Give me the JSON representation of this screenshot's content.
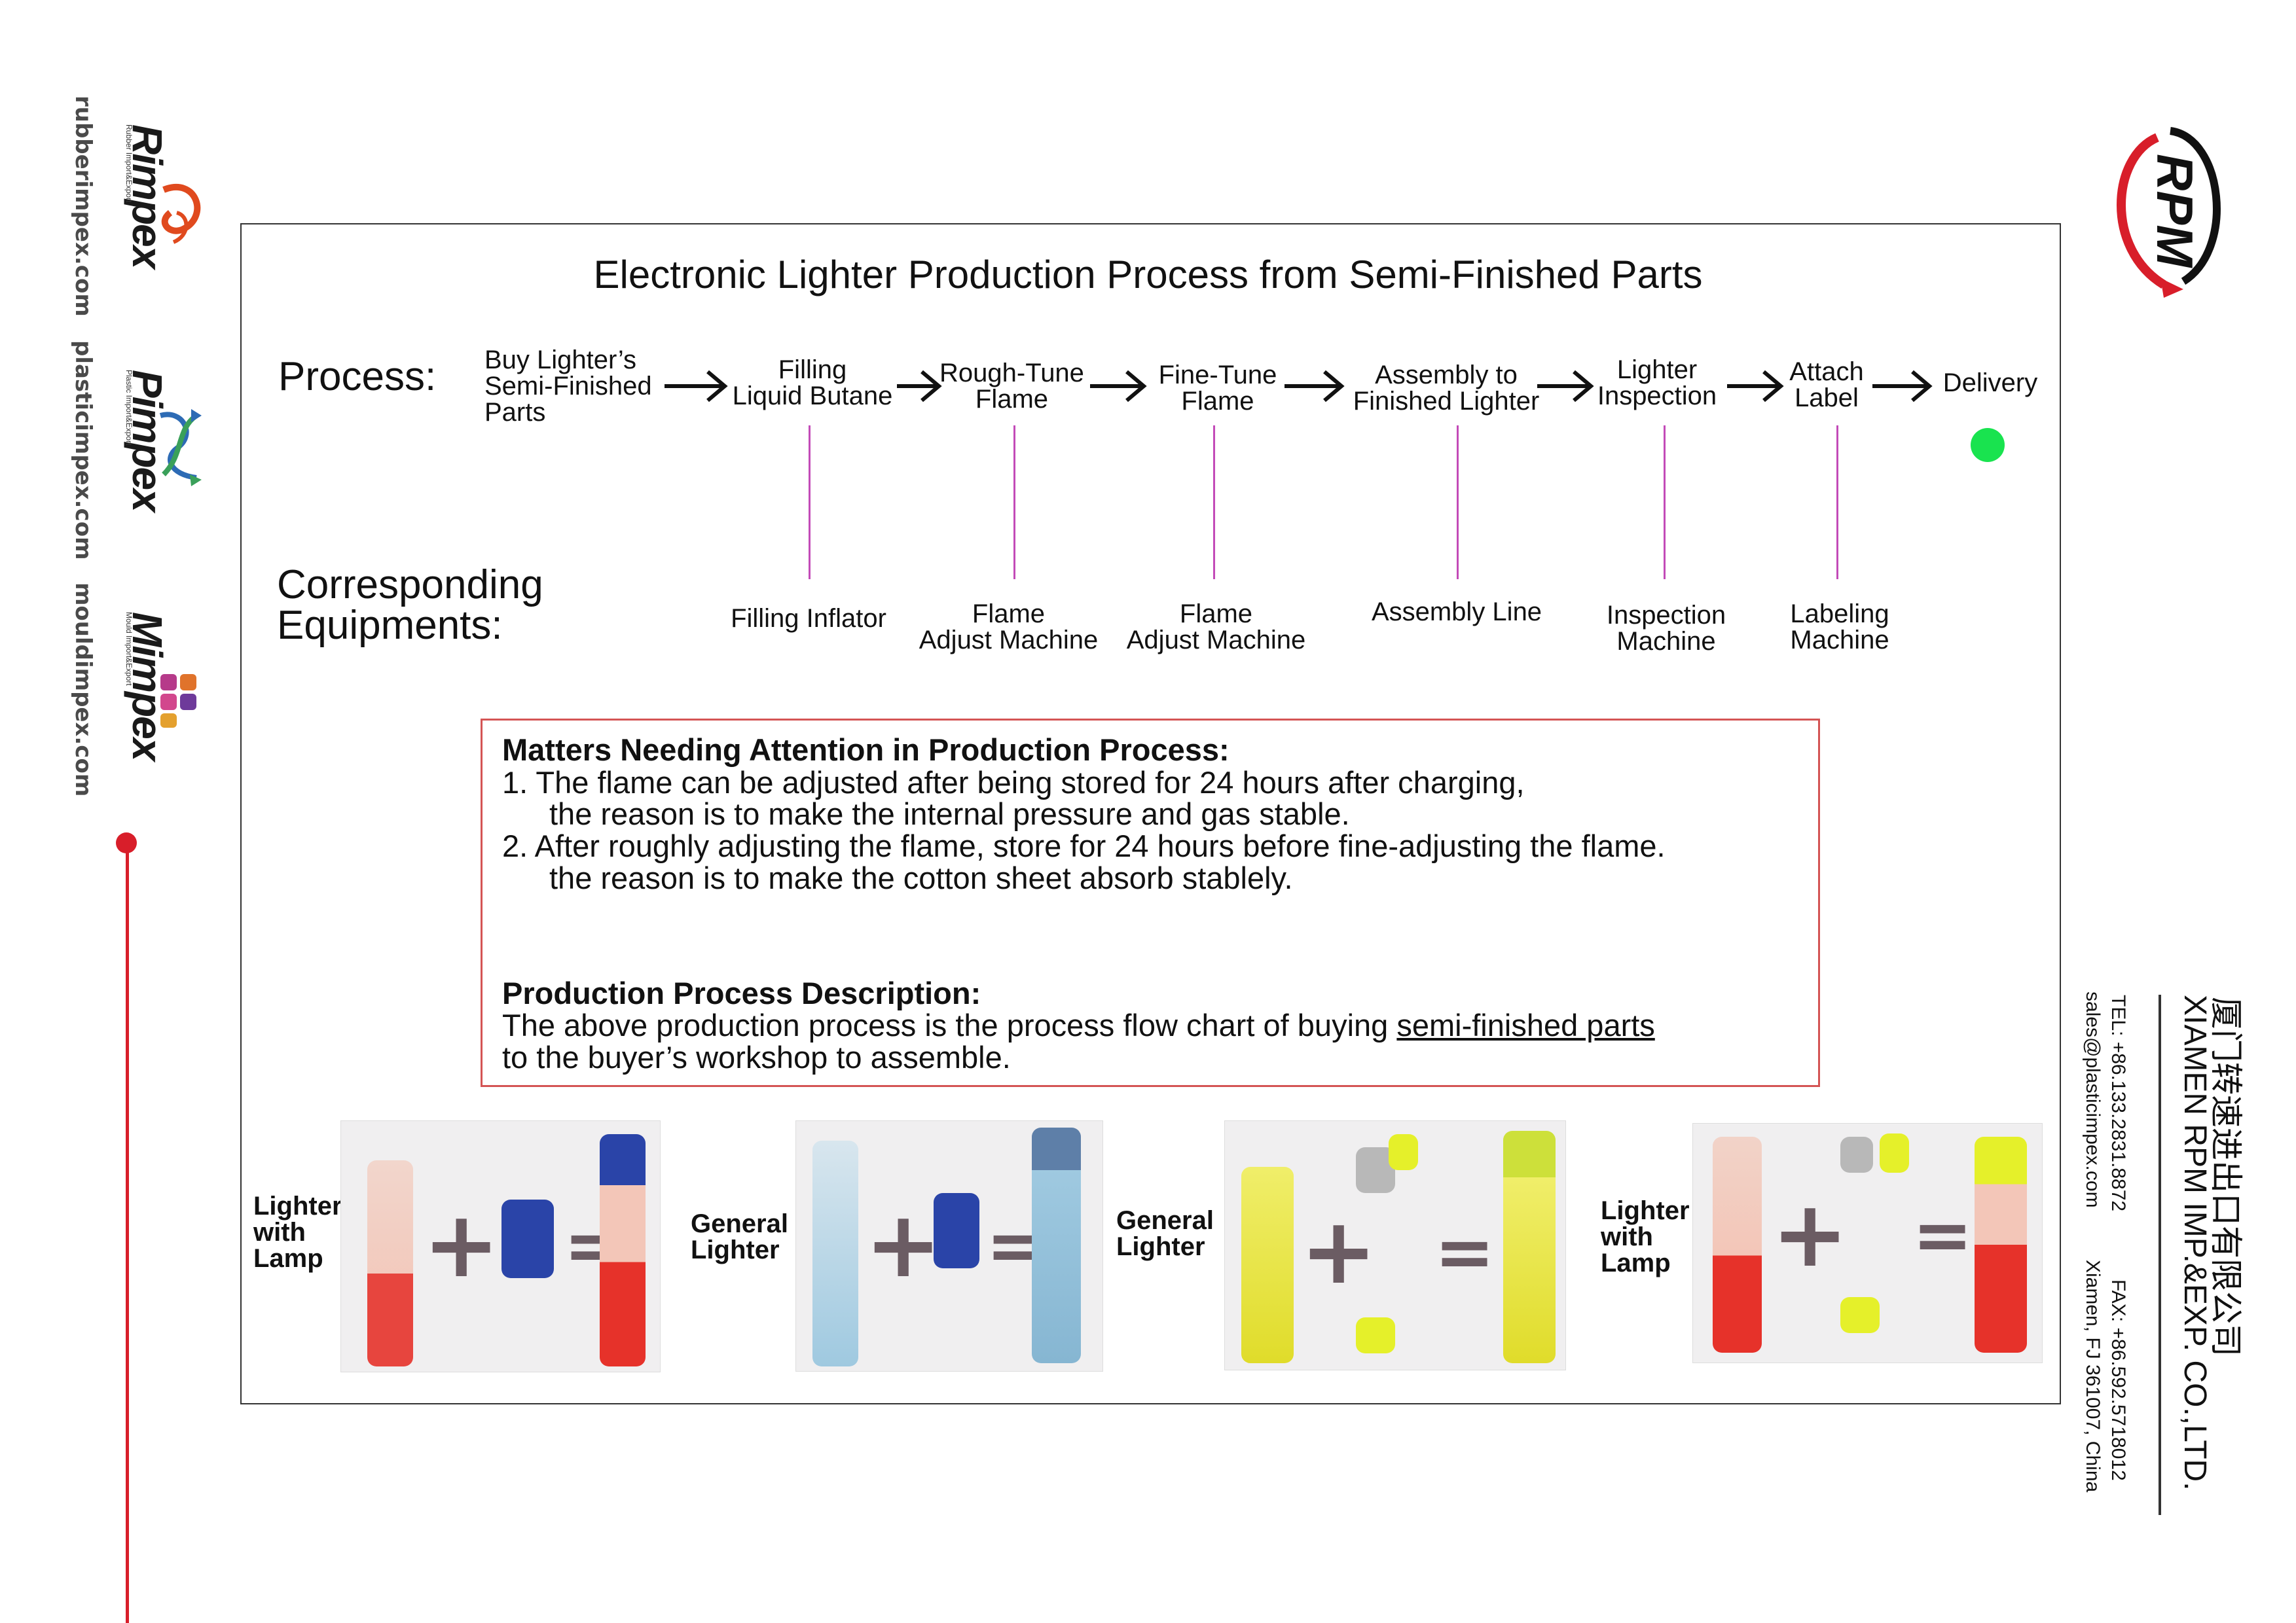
{
  "sidebar": {
    "brands": [
      {
        "name": "Rimpex",
        "sub": "Rubber Import&Export",
        "site": "rubberimpex.com"
      },
      {
        "name": "Pimpex",
        "sub": "Plastic Import&Export",
        "site": "plasticimpex.com"
      },
      {
        "name": "Mimpex",
        "sub": "Mould Import&Export",
        "site": "mouldimpex.com"
      }
    ]
  },
  "header": {
    "title": "Electronic Lighter Production Process from Semi-Finished Parts"
  },
  "process": {
    "label": "Process:",
    "steps": [
      {
        "lines": [
          "Buy Lighter’s",
          "Semi-Finished",
          "Parts"
        ]
      },
      {
        "lines": [
          "Filling",
          "Liquid Butane"
        ]
      },
      {
        "lines": [
          "Rough-Tune",
          "Flame"
        ]
      },
      {
        "lines": [
          "Fine-Tune",
          "Flame"
        ]
      },
      {
        "lines": [
          "Assembly to",
          "Finished Lighter"
        ]
      },
      {
        "lines": [
          "Lighter",
          "Inspection"
        ]
      },
      {
        "lines": [
          "Attach",
          "Label"
        ]
      },
      {
        "lines": [
          "Delivery"
        ]
      }
    ]
  },
  "equipment": {
    "label_line1": "Corresponding",
    "label_line2": "Equipments:",
    "items": [
      {
        "lines": [
          "Filling Inflator"
        ]
      },
      {
        "lines": [
          "Flame",
          "Adjust Machine"
        ]
      },
      {
        "lines": [
          "Flame",
          "Adjust Machine"
        ]
      },
      {
        "lines": [
          "Assembly Line"
        ]
      },
      {
        "lines": [
          "Inspection",
          "Machine"
        ]
      },
      {
        "lines": [
          "Labeling",
          "Machine"
        ]
      }
    ]
  },
  "notes": {
    "attention_heading": "Matters Needing Attention in Production Process:",
    "attention_lines": [
      "1. The flame can be adjusted after being stored for 24 hours after charging,",
      "the reason is to make the internal pressure and gas stable.",
      "2. After roughly adjusting the flame, store for 24 hours before fine-adjusting the flame.",
      "the reason is to make the cotton sheet absorb stablely."
    ],
    "description_heading": "Production Process Description:",
    "description_line1_pre": "The above production process is the process flow chart of buying ",
    "description_line1_link": "semi-finished parts",
    "description_line2": "to the buyer’s workshop to assemble."
  },
  "photos": [
    {
      "label_lines": [
        "Lighter",
        "with",
        "Lamp"
      ]
    },
    {
      "label_lines": [
        "General",
        "Lighter"
      ]
    },
    {
      "label_lines": [
        "General",
        "Lighter"
      ]
    },
    {
      "label_lines": [
        "Lighter",
        "with",
        "Lamp"
      ]
    }
  ],
  "company": {
    "logo_text": "RPM",
    "name_cn": "厦门转速进出口有限公司",
    "name_en": "XIAMEN RPM IMP.&EXP. CO.,LTD.",
    "tel": "TEL: +86.133.2831.8872",
    "fax": "FAX: +86.592.5718012",
    "email": "sales@plasticimpex.com",
    "address": "Xiamen, FJ 361007, China"
  },
  "colors": {
    "accent_red": "#d81e2a",
    "connector_magenta": "#c34bb8",
    "delivery_green": "#19e34f",
    "notes_border": "#d45454"
  }
}
